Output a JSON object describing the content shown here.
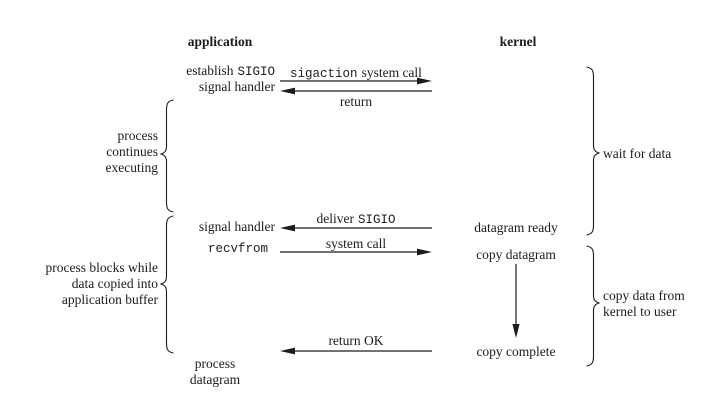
{
  "headers": {
    "application": "application",
    "kernel": "kernel"
  },
  "application_column": {
    "establish_prefix": "establish",
    "establish_code": "SIGIO",
    "establish_line2": "signal handler",
    "signal_handler": "signal handler",
    "recvfrom_code": "recvfrom",
    "process_line1": "process",
    "process_line2": "datagram"
  },
  "left_annotations": {
    "continues": {
      "line1": "process",
      "line2": "continues",
      "line3": "executing"
    },
    "blocks": {
      "line1": "process blocks while",
      "line2": "data copied into",
      "line3": "application buffer"
    }
  },
  "transitions": {
    "sigaction_code": "sigaction",
    "sigaction_suffix": "system call",
    "return_label": "return",
    "deliver_prefix": "deliver",
    "deliver_code": "SIGIO",
    "system_call": "system call",
    "return_ok": "return OK"
  },
  "kernel_column": {
    "datagram_ready": "datagram ready",
    "copy_datagram": "copy datagram",
    "copy_complete": "copy complete"
  },
  "right_annotations": {
    "wait_for_data": "wait for data",
    "copy_data": {
      "line1": "copy data from",
      "line2": "kernel to user"
    }
  }
}
